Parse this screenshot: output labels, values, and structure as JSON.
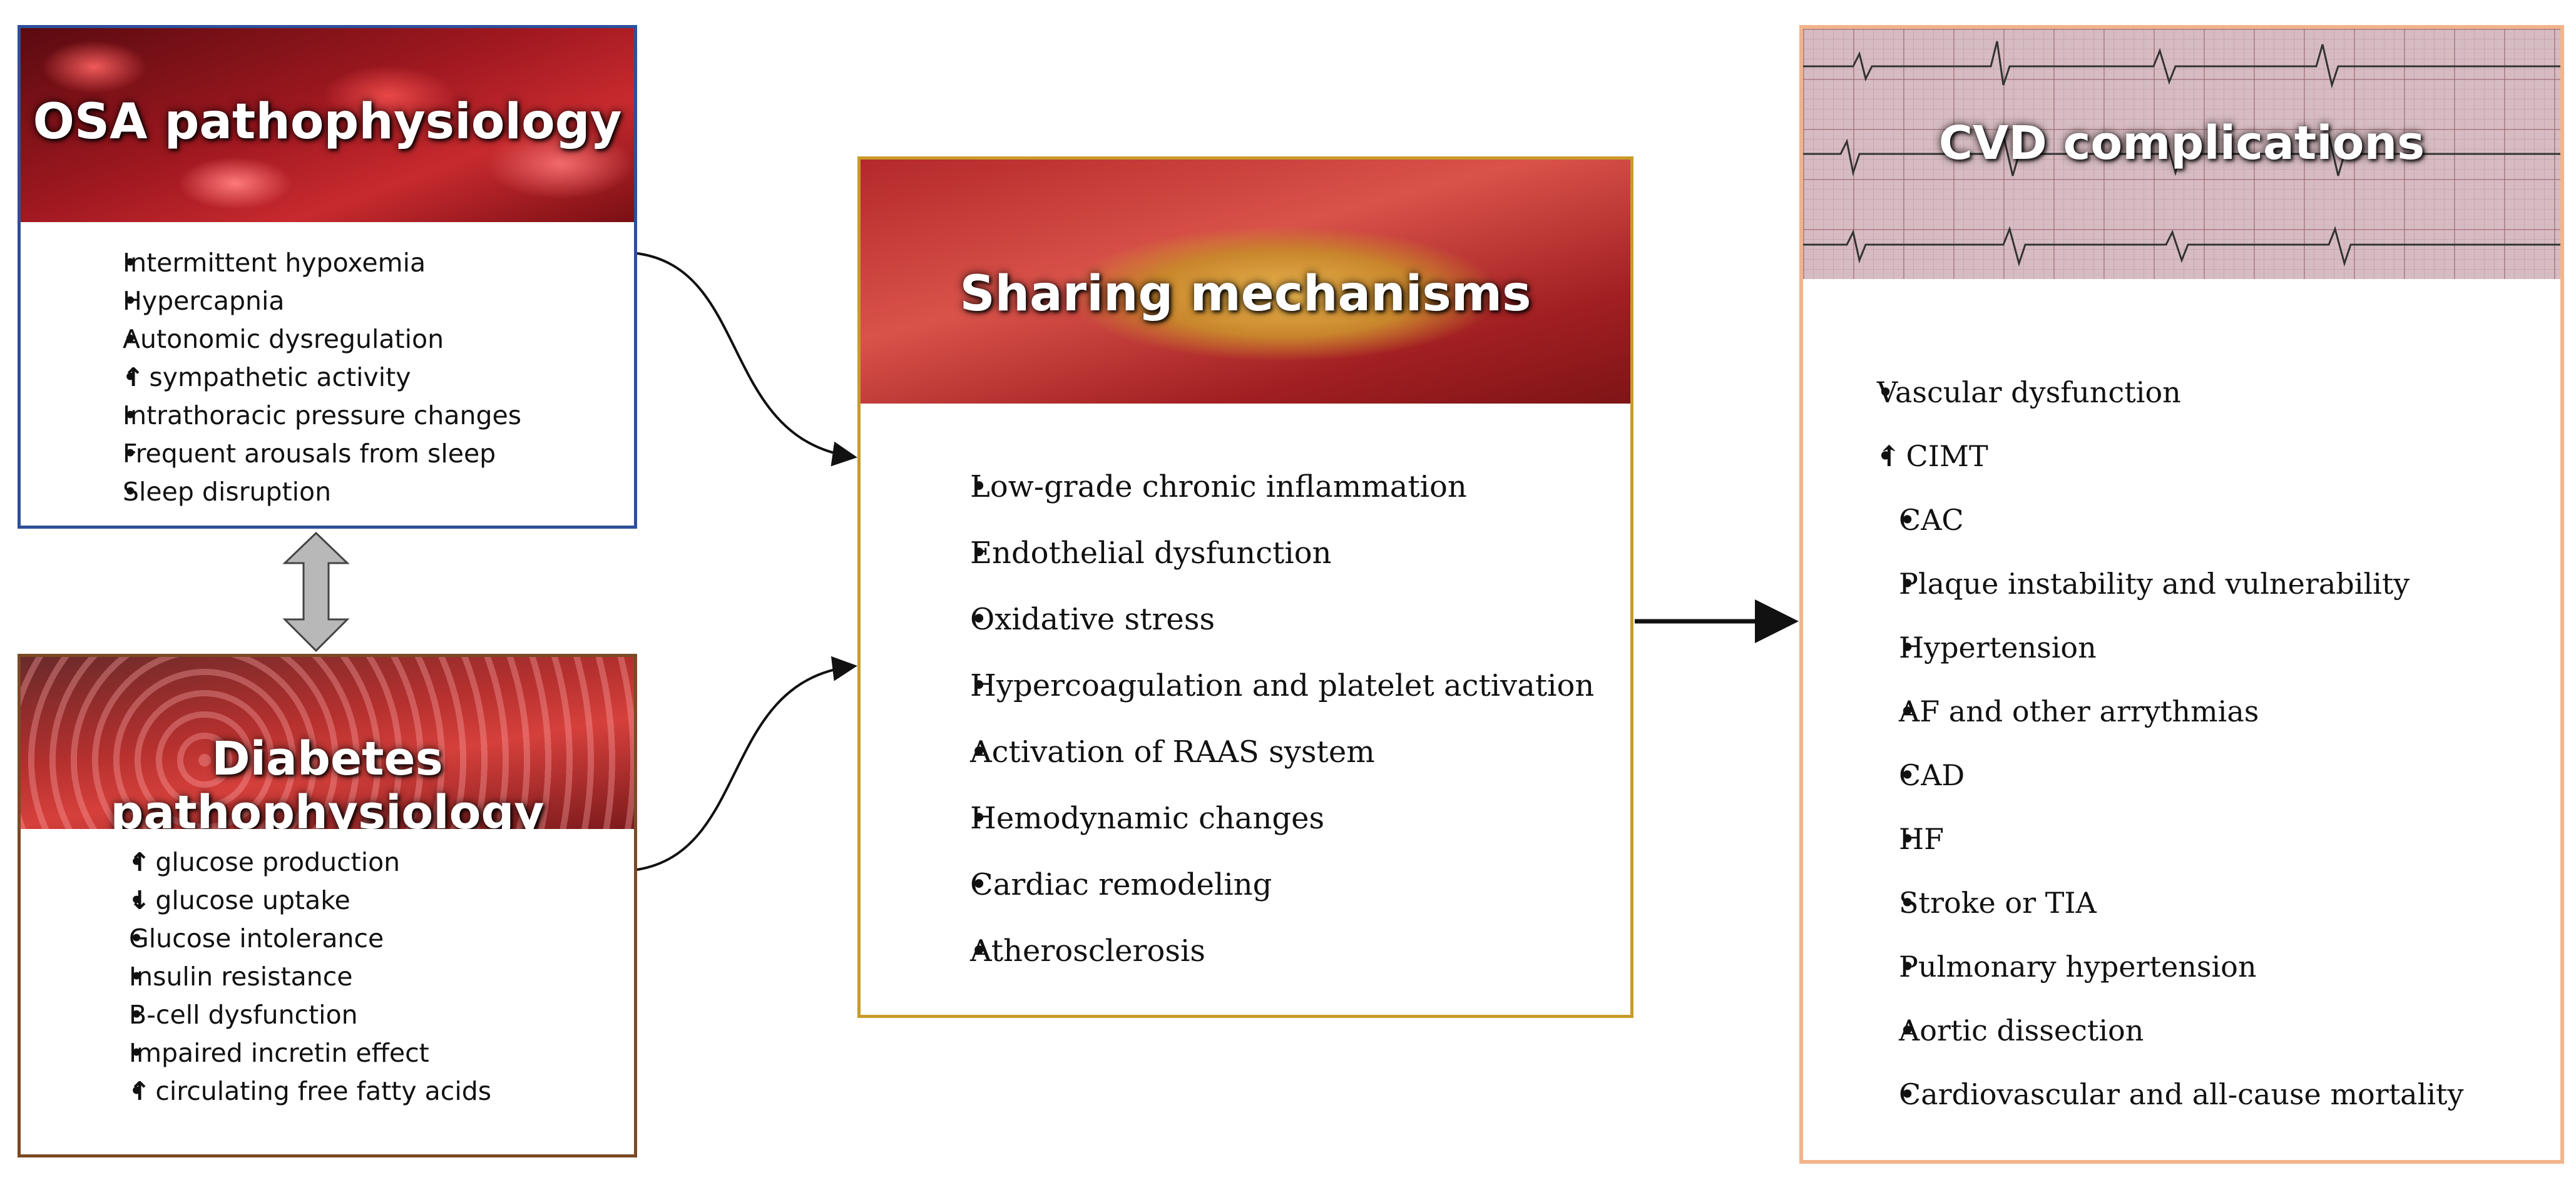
{
  "osa": {
    "title": "OSA pathophysiology",
    "items": [
      {
        "arrow": "",
        "text": "Intermittent hypoxemia"
      },
      {
        "arrow": "",
        "text": "Hypercapnia"
      },
      {
        "arrow": "",
        "text": "Autonomic dysregulation"
      },
      {
        "arrow": "↑",
        "text": "sympathetic activity"
      },
      {
        "arrow": "",
        "text": "Intrathoracic pressure changes"
      },
      {
        "arrow": "",
        "text": "Frequent arousals from sleep"
      },
      {
        "arrow": "",
        "text": "Sleep disruption"
      }
    ]
  },
  "diabetes": {
    "title": "Diabetes pathophysiology",
    "items": [
      {
        "arrow": "↑",
        "text": "glucose production"
      },
      {
        "arrow": "↓",
        "text": "glucose uptake"
      },
      {
        "arrow": "",
        "text": "Glucose intolerance"
      },
      {
        "arrow": "",
        "text": "Insulin resistance"
      },
      {
        "arrow": "",
        "text": "B-cell dysfunction"
      },
      {
        "arrow": "",
        "text": "Impaired incretin effect"
      },
      {
        "arrow": "↑",
        "text": "circulating free fatty acids"
      }
    ]
  },
  "sharing": {
    "title": "Sharing mechanisms",
    "items": [
      {
        "arrow": "",
        "text": "Low-grade chronic inflammation"
      },
      {
        "arrow": "",
        "text": "Endothelial dysfunction"
      },
      {
        "arrow": "",
        "text": "Oxidative stress"
      },
      {
        "arrow": "",
        "text": "Hypercoagulation and platelet activation"
      },
      {
        "arrow": "",
        "text": "Activation of  RAAS system"
      },
      {
        "arrow": "",
        "text": "Hemodynamic changes"
      },
      {
        "arrow": "",
        "text": "Cardiac remodeling"
      },
      {
        "arrow": "",
        "text": "Atherosclerosis"
      }
    ]
  },
  "cvd": {
    "title": "CVD complications",
    "items": [
      {
        "arrow": "",
        "text": "Vascular dysfunction",
        "tight": true
      },
      {
        "arrow": "↑",
        "text": "CIMT",
        "tight": true
      },
      {
        "arrow": "",
        "text": "CAC"
      },
      {
        "arrow": "",
        "text": "Plaque instability and vulnerability"
      },
      {
        "arrow": "",
        "text": "Hypertension"
      },
      {
        "arrow": "",
        "text": "AF and other arrythmias"
      },
      {
        "arrow": "",
        "text": "CAD"
      },
      {
        "arrow": "",
        "text": "HF"
      },
      {
        "arrow": "",
        "text": "Stroke or TIA"
      },
      {
        "arrow": "",
        "text": "Pulmonary hypertension"
      },
      {
        "arrow": "",
        "text": "Aortic dissection"
      },
      {
        "arrow": "",
        "text": "Cardiovascular and all-cause mortality"
      }
    ]
  },
  "colors": {
    "osa_border": "#2e4f9a",
    "diabetes_border": "#7a4a24",
    "sharing_border": "#c89b2a",
    "cvd_border": "#f2b48c",
    "connector": "#111111",
    "double_arrow_fill": "#b8b8b8"
  }
}
